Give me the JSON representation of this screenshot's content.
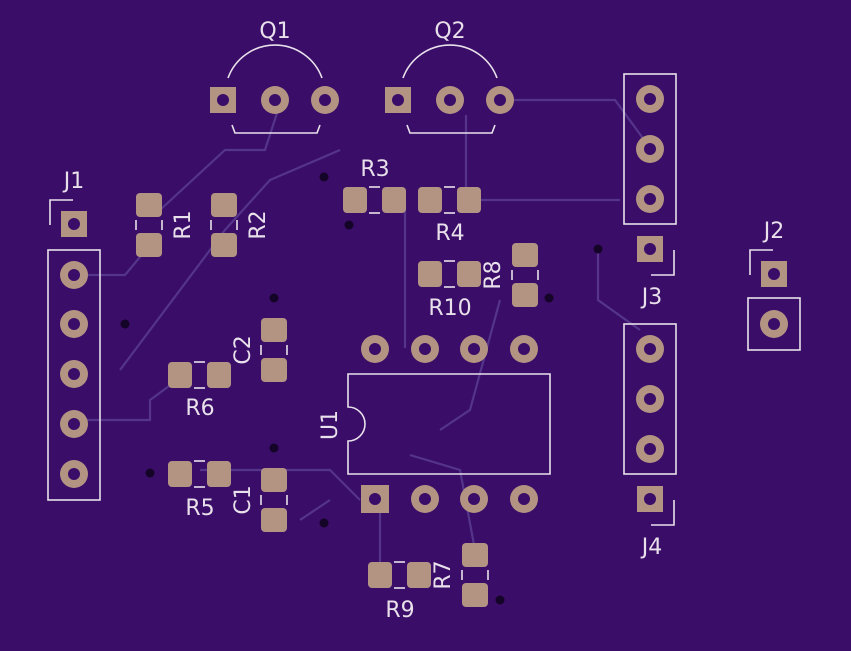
{
  "board": {
    "background": "#3a0d68",
    "silkscreen_color": "#e8e0ea",
    "copper_color": "#b39483",
    "trace_color": "#55358a"
  },
  "labels": {
    "Q1": "Q1",
    "Q2": "Q2",
    "J1": "J1",
    "J2": "J2",
    "J3": "J3",
    "J4": "J4",
    "R1": "R1",
    "R2": "R2",
    "R3": "R3",
    "R4": "R4",
    "R5": "R5",
    "R6": "R6",
    "R7": "R7",
    "R8": "R8",
    "R9": "R9",
    "R10": "R10",
    "C1": "C1",
    "C2": "C2",
    "U1": "U1"
  }
}
